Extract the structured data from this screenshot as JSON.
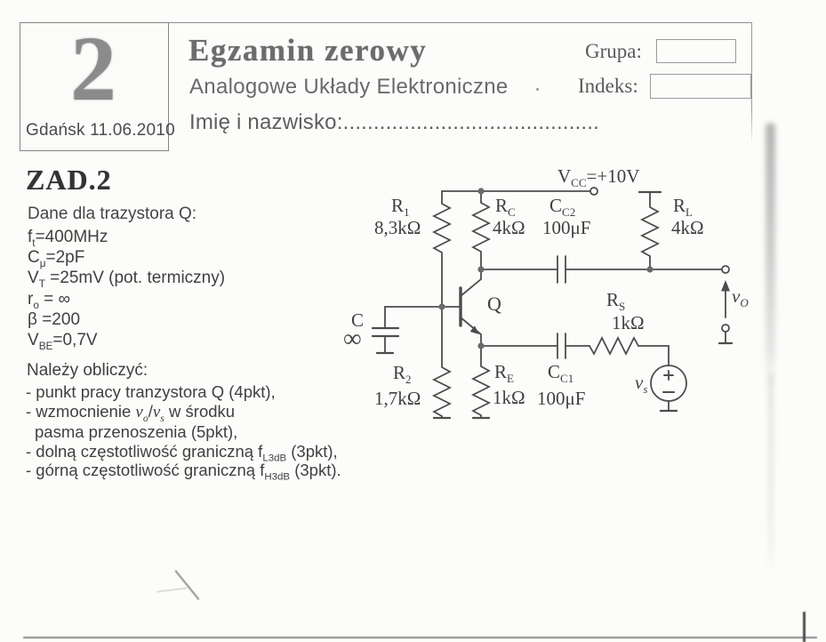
{
  "header": {
    "number": "2",
    "date_place": "Gdańsk 11.06.2010",
    "title": "Egzamin zerowy",
    "subtitle": "Analogowe Układy Elektroniczne",
    "grupa_label": "Grupa:",
    "indeks_label": "Indeks:",
    "name_line": "Imię i nazwisko:.........................................."
  },
  "problem": {
    "heading": "ZAD.2",
    "given_title": "Dane dla trazystora Q:",
    "given": [
      {
        "pre": "f",
        "sub": "t",
        "post": "=400MHz"
      },
      {
        "pre": "C",
        "sub": "μ",
        "post": "=2pF"
      },
      {
        "pre": "V",
        "sub": "T",
        "post": " =25mV (pot. termiczny)"
      },
      {
        "pre": "r",
        "sub": "o",
        "post": " = ∞"
      },
      {
        "pre": "β",
        "sub": "",
        "post": " =200"
      },
      {
        "pre": "V",
        "sub": "BE",
        "post": "=0,7V"
      }
    ],
    "tasks_title": "Należy obliczyć:",
    "tasks": {
      "t1": "- punkt pracy tranzystora Q (4pkt),",
      "t2_pre": "- wzmocnienie ",
      "t2_v1": "v",
      "t2_v1sub": "o",
      "t2_slash": "/",
      "t2_v2": "v",
      "t2_v2sub": "s",
      "t2_post": " w środku",
      "t3": "pasma przenoszenia (5pkt),",
      "t4_pre": "- dolną częstotliwość graniczną f",
      "t4_sub": "L3dB",
      "t4_post": " (3pkt),",
      "t5_pre": "- górną częstotliwość graniczną f",
      "t5_sub": "H3dB",
      "t5_post": " (3pkt)."
    }
  },
  "circuit": {
    "vcc": {
      "pre": "V",
      "sub": "CC",
      "post": "=+10V"
    },
    "r1": {
      "name": "R",
      "sub": "1",
      "value": "8,3kΩ"
    },
    "rc": {
      "name": "R",
      "sub": "C",
      "value": "4kΩ"
    },
    "cc2": {
      "name": "C",
      "sub": "C2",
      "value": "100μF"
    },
    "rl": {
      "name": "R",
      "sub": "L",
      "value": "4kΩ"
    },
    "q_label": "Q",
    "c_inf": {
      "name": "C",
      "value": "∞"
    },
    "r2": {
      "name": "R",
      "sub": "2",
      "value": "1,7kΩ"
    },
    "re": {
      "name": "R",
      "sub": "E",
      "value": "1kΩ"
    },
    "cc1": {
      "name": "C",
      "sub": "C1",
      "value": "100μF"
    },
    "rs": {
      "name": "R",
      "sub": "S",
      "value": "1kΩ"
    },
    "vs": {
      "name": "v",
      "sub": "s"
    },
    "vo": {
      "name": "v",
      "sub": "O"
    }
  },
  "colors": {
    "paper": "#fcfcfa",
    "ink": "#404040",
    "circuit_stroke": "#4d4d4d",
    "title_gray": "#6c6c6c"
  }
}
